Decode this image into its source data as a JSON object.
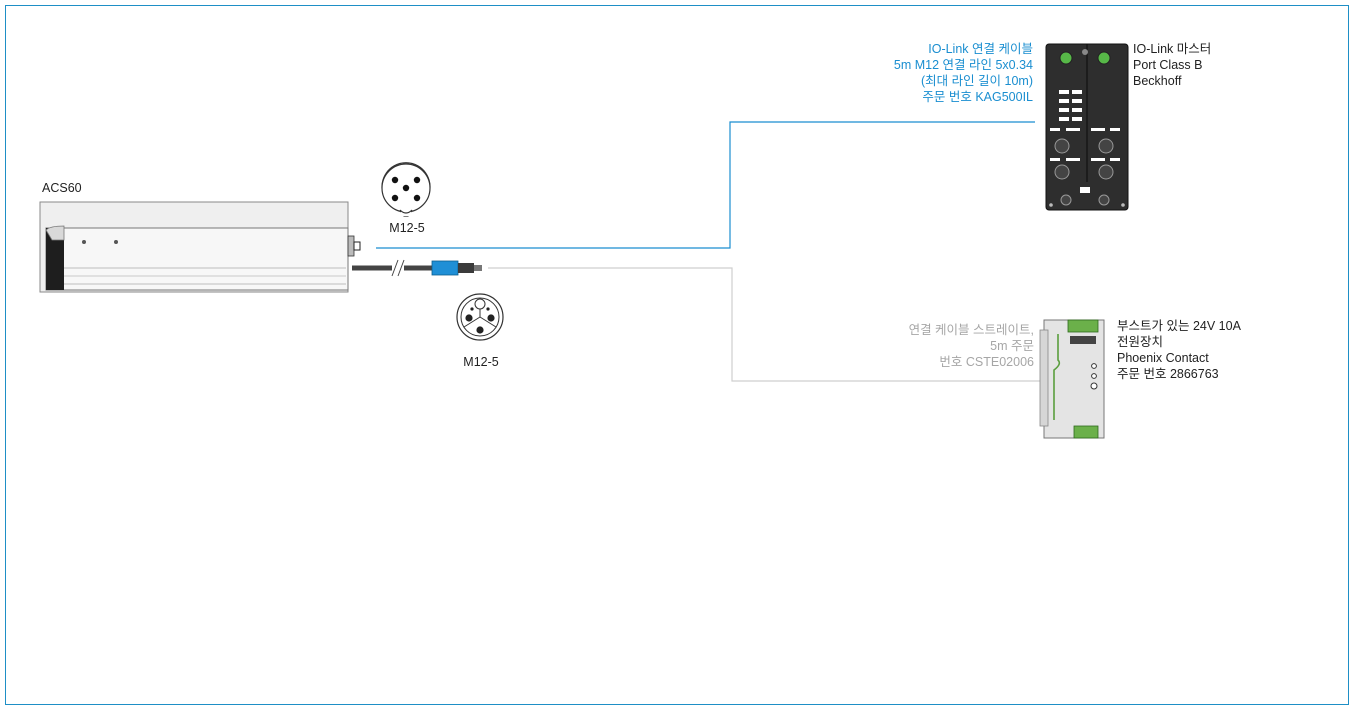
{
  "device": {
    "name": "ACS60"
  },
  "connectors": {
    "socket_label": "M12-5",
    "plug_label": "M12-5"
  },
  "iolink_cable": {
    "lines": [
      "IO-Link 연결 케이블",
      "5m M12 연결 라인 5x0.34",
      "(최대 라인 길이 10m)",
      "주문 번호 KAG500IL"
    ],
    "color": "#1a8ed0"
  },
  "iolink_master": {
    "lines": [
      "IO-Link 마스터",
      "Port Class B",
      "Beckhoff"
    ]
  },
  "power_cable": {
    "lines": [
      "연결 케이블 스트레이트,",
      "5m 주문",
      "번호 CSTE02006"
    ],
    "color": "#b3b3b3"
  },
  "power_supply": {
    "lines": [
      "부스트가 있는 24V 10A",
      "전원장치",
      "Phoenix Contact",
      "주문 번호 2866763"
    ]
  },
  "colors": {
    "frame": "#1e8fc6",
    "accent": "#1a8ed0",
    "module_body": "#2e2e2e",
    "psu_body": "#e4e4e4"
  }
}
